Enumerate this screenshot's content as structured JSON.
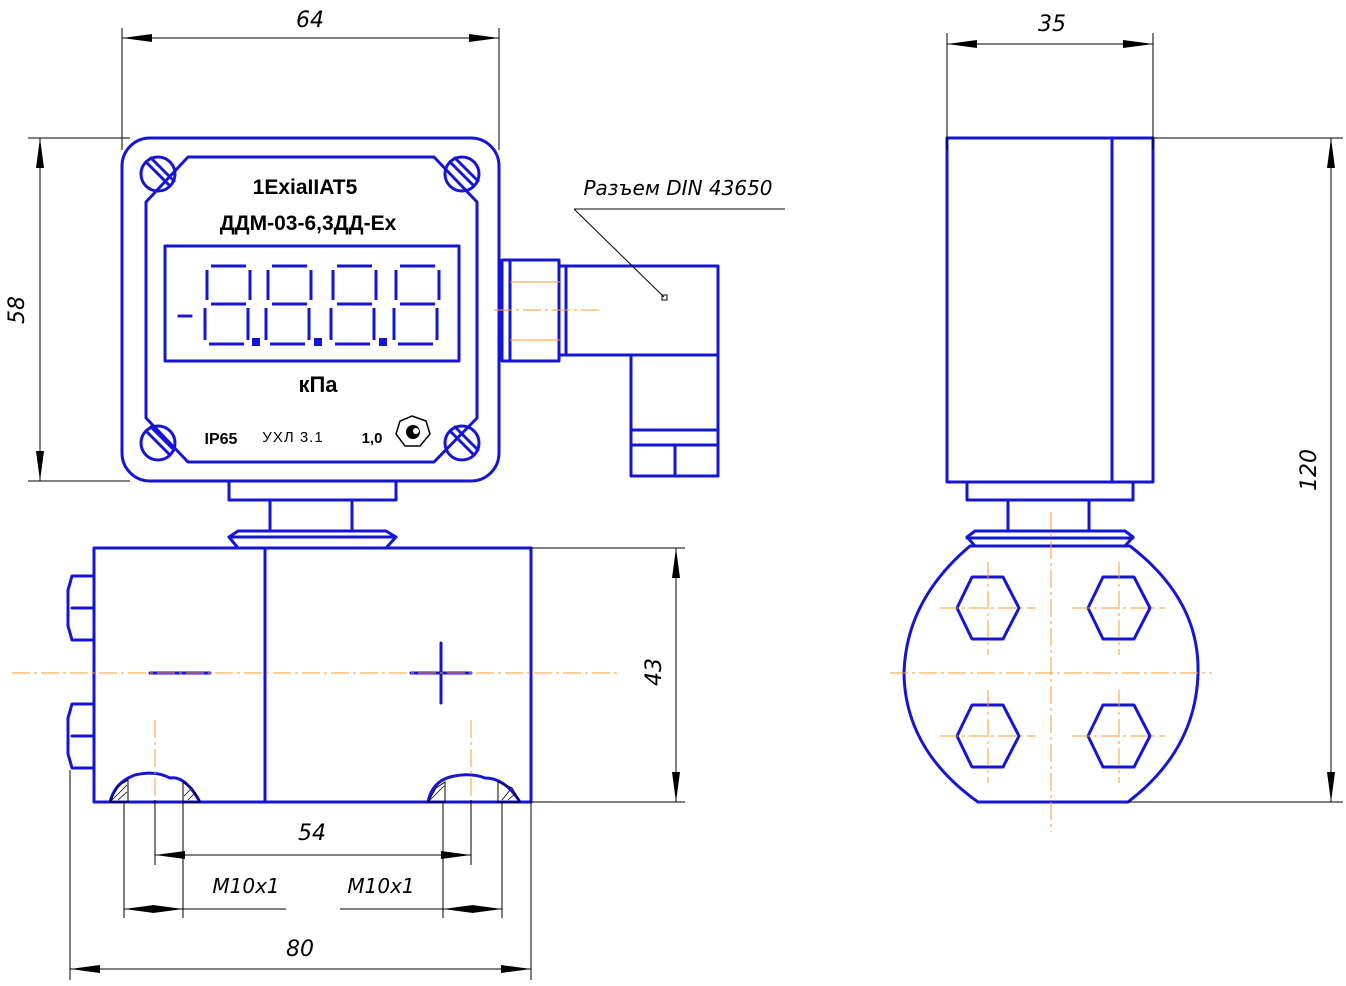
{
  "drawing": {
    "device_labels": {
      "line1": "1ExiaIIAT5",
      "line2": "ДДМ-03-6,3ДД-Ex",
      "unit": "кПа",
      "ip": "IP65",
      "climate": "УХЛ 3.1",
      "accuracy": "1,0",
      "display_minus": "–"
    },
    "connector_label": "Разъем DIN 43650",
    "front_view": {
      "width": "64",
      "height": "58",
      "body_height": "43",
      "port_spacing": "54",
      "overall_width": "80",
      "thread_left": "M10x1",
      "thread_right": "M10x1",
      "minus_sign": "−",
      "plus_sign": "+"
    },
    "side_view": {
      "width": "35",
      "total_height": "120"
    }
  }
}
